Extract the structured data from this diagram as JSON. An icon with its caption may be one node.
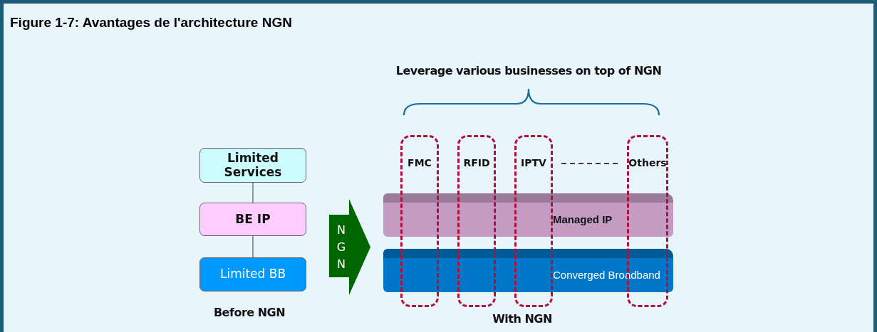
{
  "diagram": {
    "title": "Figure 1-7: Avantages de l'architecture NGN",
    "nodes": [
      {
        "text": [
          "Limited Services"
        ]
      },
      {
        "text": [
          "BE IP"
        ]
      },
      {
        "text": [
          "Limited BB"
        ]
      },
      {
        "text": [
          "NGN"
        ]
      },
      {
        "text": [
          "Managed IP"
        ]
      },
      {
        "text": [
          "Converged Broadband"
        ]
      },
      {
        "text": [
          "FMC"
        ]
      },
      {
        "text": [
          "RFID"
        ]
      },
      {
        "text": [
          "IPTV"
        ]
      },
      {
        "text": [
          "Others"
        ]
      }
    ],
    "edges": [
      {
        "from": 0,
        "to": 1,
        "arrow": "none"
      },
      {
        "from": 1,
        "to": 2,
        "arrow": "none"
      },
      {
        "from": 8,
        "to": 9,
        "arrow": "none",
        "style": "dashed",
        "color": "#000000"
      }
    ],
    "labels": [
      "Leverage various businesses on top of NGN",
      "Before NGN",
      "With NGN"
    ]
  }
}
